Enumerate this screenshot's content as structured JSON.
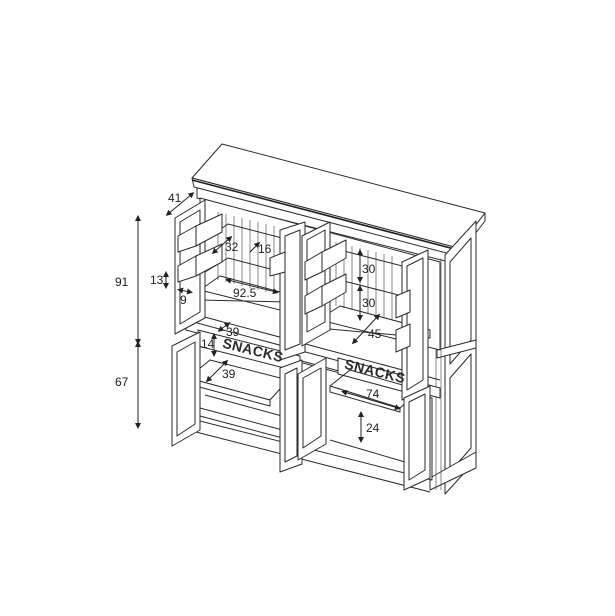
{
  "diagram": {
    "type": "furniture-dimension-drawing",
    "subject": "pantry cabinet with four open doors, shelves, door racks and snack drawers",
    "colors": {
      "line": "#2a2a2a",
      "background": "#ffffff"
    }
  },
  "dimensions": {
    "depth_top": "41",
    "upper_height": "91",
    "lower_height": "67",
    "door_rack_height": "13",
    "door_rack_depth": "9",
    "left_rack_width": "32",
    "left_rack_depth": "16",
    "upper_left_inner_width": "92.5",
    "right_shelf_spacing_upper": "30",
    "right_shelf_spacing_lower": "30",
    "right_inner_depth": "45",
    "drawer_depth_top": "39",
    "drawer_front_height": "14",
    "drawer_inner_depth": "39",
    "lower_right_inner_width": "74",
    "lower_right_clearance": "24"
  },
  "labels": {
    "left_drawer": "SNACKS",
    "right_drawer": "SNACKS"
  }
}
